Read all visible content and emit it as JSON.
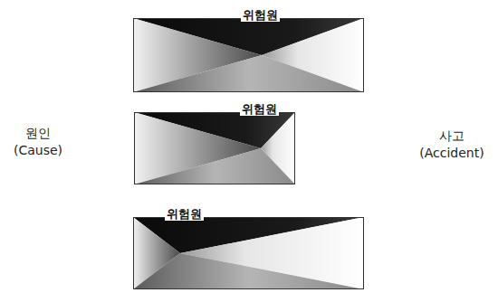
{
  "diagram": {
    "nodes": [
      {
        "text": [
          "위험원"
        ]
      },
      {
        "text": [
          "위험원"
        ]
      },
      {
        "text": [
          "위험원"
        ]
      }
    ],
    "labels": [
      "원인 (Cause)",
      "사고 (Accident)"
    ]
  }
}
